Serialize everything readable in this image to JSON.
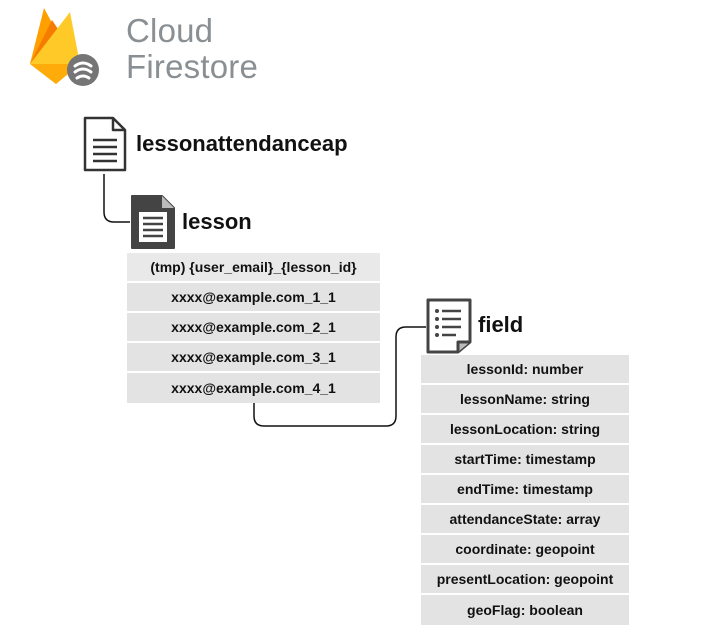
{
  "brand": {
    "line1": "Cloud",
    "line2": "Firestore",
    "colors": {
      "flame_dark": "#f57c00",
      "flame_mid": "#ffa000",
      "flame_light": "#ffca28",
      "badge": "#757575",
      "text": "#8a8f93"
    }
  },
  "collection": {
    "name": "lessonattendanceap",
    "icon": "document-outline-icon"
  },
  "lesson": {
    "name": "lesson",
    "icon": "document-folded-icon",
    "header": "(tmp) {user_email}_{lesson_id}",
    "docs": [
      "xxxx@example.com_1_1",
      "xxxx@example.com_2_1",
      "xxxx@example.com_3_1",
      "xxxx@example.com_4_1"
    ]
  },
  "field": {
    "name": "field",
    "icon": "document-list-icon",
    "items": [
      "lessonId: number",
      "lessonName: string",
      "lessonLocation: string",
      "startTime: timestamp",
      "endTime: timestamp",
      "attendanceState: array",
      "coordinate: geopoint",
      "presentLocation: geopoint",
      "geoFlag: boolean"
    ]
  }
}
